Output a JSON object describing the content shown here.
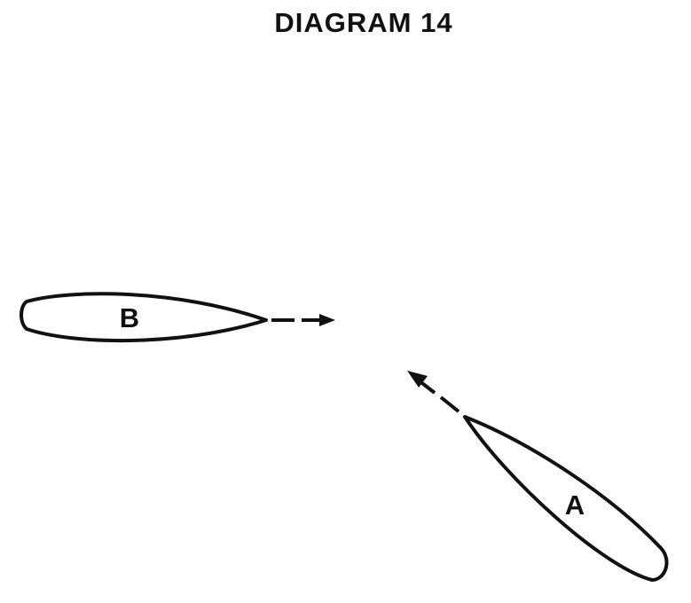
{
  "diagram": {
    "title": "DIAGRAM 14",
    "boats": [
      {
        "label": "B"
      },
      {
        "label": "A"
      }
    ]
  }
}
